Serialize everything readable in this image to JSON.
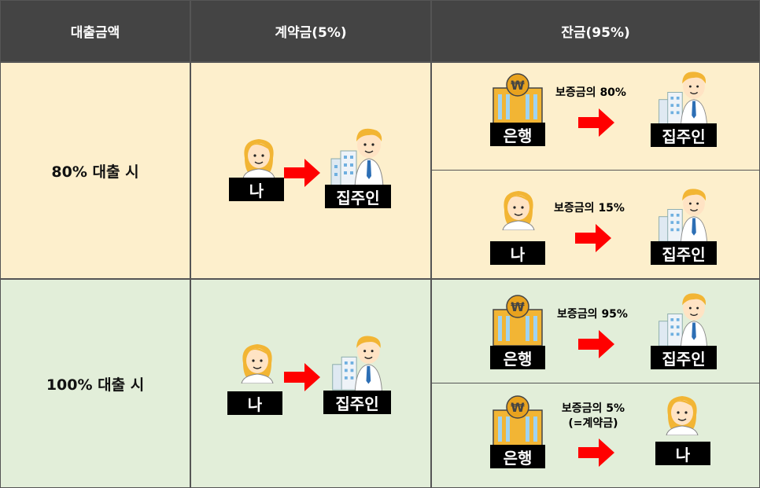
{
  "header": {
    "col1": "대출금액",
    "col2": "계약금(5%)",
    "col3": "잔금(95%)"
  },
  "rows": [
    {
      "label": "80% 대출 시",
      "deposit": {
        "from": "나",
        "to": "집주인"
      },
      "balance": [
        {
          "from": "은행",
          "note": "보증금의 80%",
          "to": "집주인"
        },
        {
          "from": "나",
          "note": "보증금의 15%",
          "to": "집주인"
        }
      ]
    },
    {
      "label": "100% 대출 시",
      "deposit": {
        "from": "나",
        "to": "집주인"
      },
      "balance": [
        {
          "from": "은행",
          "note": "보증금의 95%",
          "to": "집주인"
        },
        {
          "from": "은행",
          "note": "보증금의 5%",
          "note2": "(=계약금)",
          "to": "나"
        }
      ]
    }
  ],
  "colors": {
    "header_bg": "#444444",
    "row1_bg": "#fdefcc",
    "row2_bg": "#e2eed9",
    "arrow": "#ff0000",
    "tag_bg": "#000000"
  }
}
